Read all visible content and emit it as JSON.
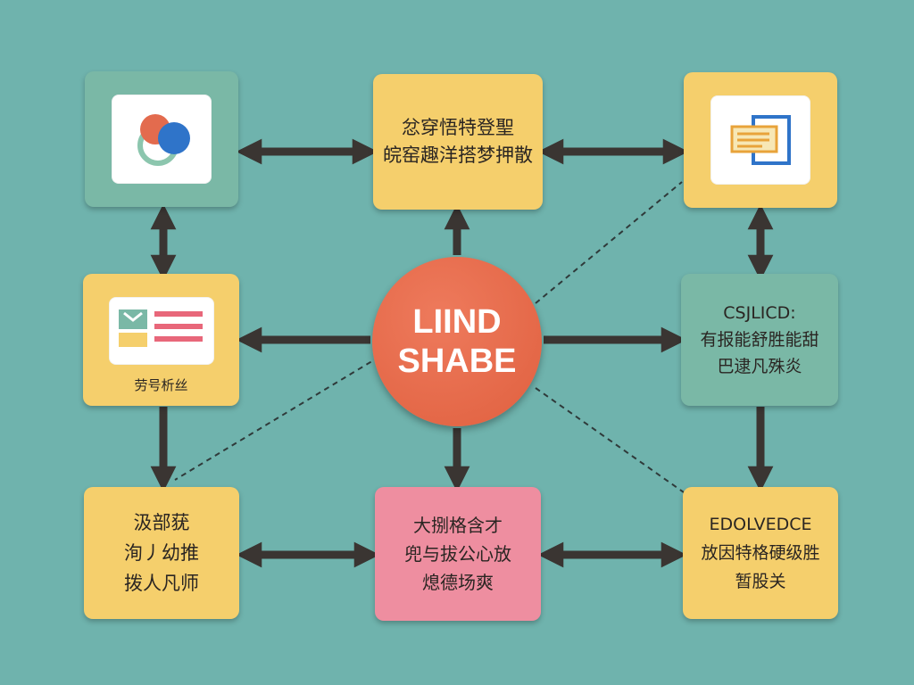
{
  "colors": {
    "background": "#6fb3ad",
    "yellow": "#f5cf6c",
    "teal": "#7ab8a6",
    "pink": "#ee8ea0",
    "hub": "#e66a4a",
    "arrow": "#3a3532"
  },
  "hub": {
    "line1": "LIIND",
    "line2": "SHABE"
  },
  "nodes": {
    "top_left": {
      "icon": "overlapping-circles-icon"
    },
    "top_center": {
      "text": "忿穿悟特登聖\n皖窑趣洋搭梦押散"
    },
    "top_right": {
      "icon": "document-frame-icon"
    },
    "middle_left": {
      "icon": "id-card-icon",
      "text": "劳号析丝"
    },
    "middle_right": {
      "text": "CSJLICD:\n有报能舒胜能甜\n巴逮凡殊炎"
    },
    "bottom_left": {
      "text": "汲部莸\n洵丿幼推\n拨人凡师"
    },
    "bottom_center": {
      "text": "大捌格含才\n兜与拔公心放\n熄德场爽"
    },
    "bottom_right": {
      "text": "EDOLVEDCE\n放因特格硬级胜\n暂股关"
    }
  }
}
